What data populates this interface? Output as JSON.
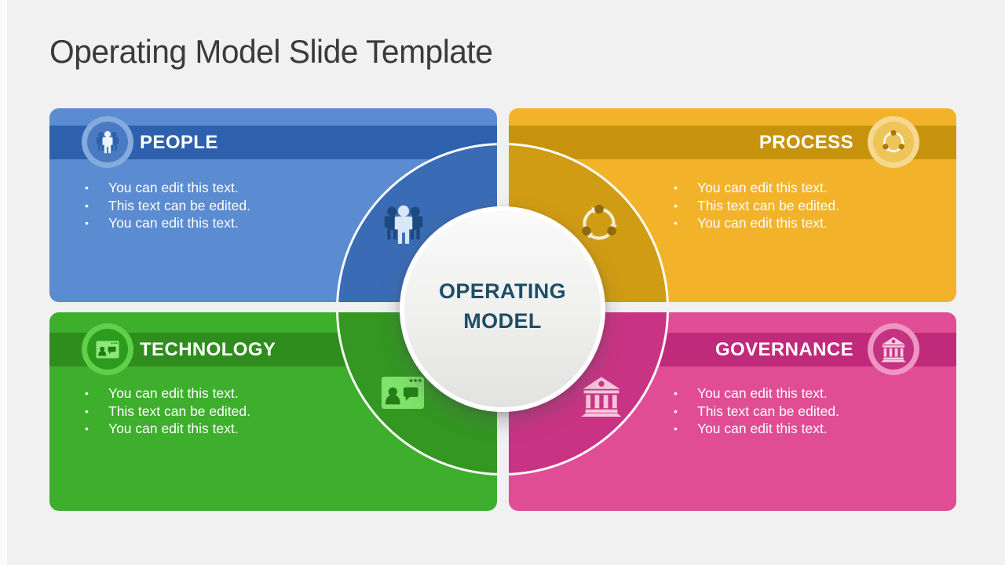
{
  "slide_title": "Operating Model Slide Template",
  "center": {
    "line1": "OPERATING",
    "line2": "MODEL"
  },
  "bullet_marker": "•",
  "cards": [
    {
      "id": "people",
      "title": "PEOPLE",
      "icon": "people-icon",
      "bullets": [
        "You can edit this text.",
        "This text can be edited.",
        "You can edit this text."
      ],
      "colors": {
        "body": "#5b8bd0",
        "band": "#2d61ae",
        "disc": "#3a6cb5",
        "ring": "#84aade",
        "inner": "#4a7ac2"
      }
    },
    {
      "id": "process",
      "title": "PROCESS",
      "icon": "process-cycle-icon",
      "bullets": [
        "You can edit this text.",
        "This text can be edited.",
        "You can edit this text."
      ],
      "colors": {
        "body": "#f2b32b",
        "band": "#c8930c",
        "disc": "#d09c13",
        "ring": "#f6d88e",
        "inner": "#eec558"
      }
    },
    {
      "id": "technology",
      "title": "TECHNOLOGY",
      "icon": "video-call-window-icon",
      "bullets": [
        "You can edit this text.",
        "This text can be edited.",
        "You can edit this text."
      ],
      "colors": {
        "body": "#3eae2d",
        "band": "#2f8d1e",
        "disc": "#339721",
        "ring": "#5ed04a",
        "inner": "#2c9c1d"
      }
    },
    {
      "id": "governance",
      "title": "GOVERNANCE",
      "icon": "bank-building-icon",
      "bullets": [
        "You can edit this text.",
        "This text can be edited.",
        "You can edit this text."
      ],
      "colors": {
        "body": "#e04d95",
        "band": "#c02a7a",
        "disc": "#c93383",
        "ring": "#ee95c3",
        "inner": "#c33381"
      }
    }
  ]
}
